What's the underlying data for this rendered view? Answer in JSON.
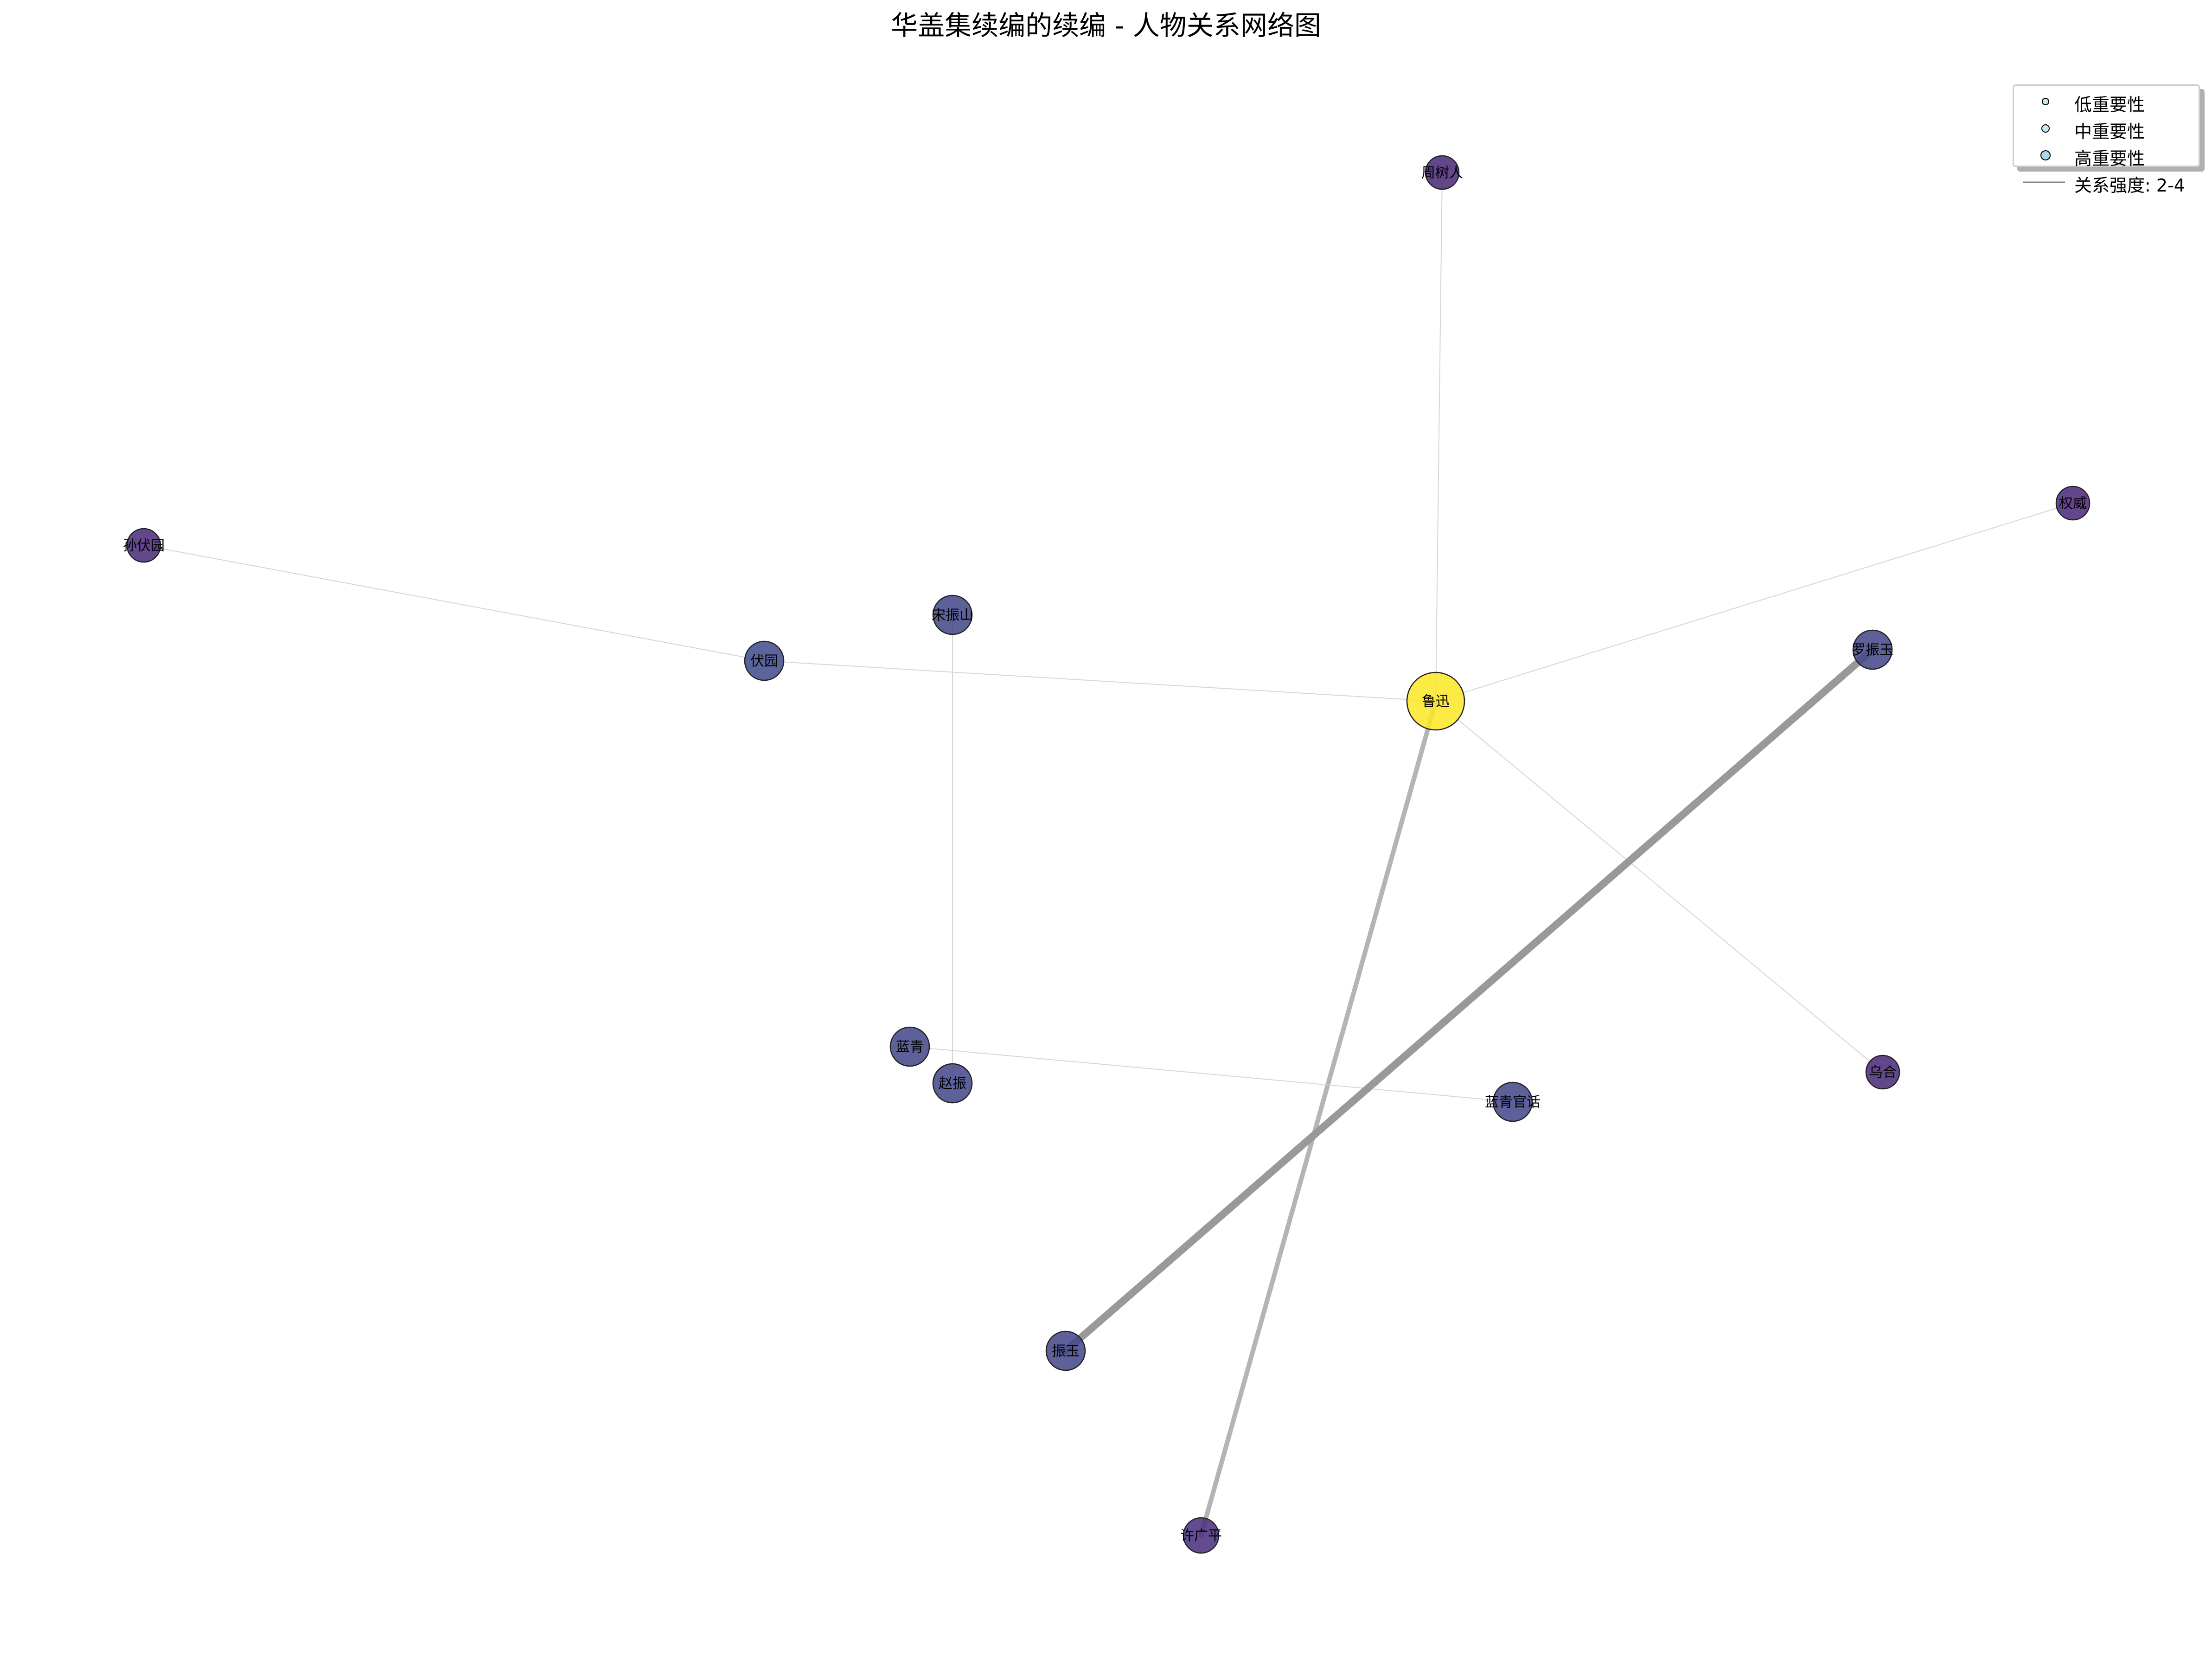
{
  "title": "华盖集续编的续编 - 人物关系网络图",
  "nodes": [
    {
      "id": "luxun",
      "label": "鲁迅",
      "color": "#fde725",
      "importance": "high"
    },
    {
      "id": "zhoushuren",
      "label": "周树人",
      "color": "#482777",
      "importance": "low"
    },
    {
      "id": "quanwei",
      "label": "权威",
      "color": "#482677",
      "importance": "low"
    },
    {
      "id": "sunfuyuan",
      "label": "孙伏园",
      "color": "#482878",
      "importance": "low"
    },
    {
      "id": "fuyuan",
      "label": "伏园",
      "color": "#3e4a89",
      "importance": "mid"
    },
    {
      "id": "songzhenshan",
      "label": "宋振山",
      "color": "#414487",
      "importance": "mid"
    },
    {
      "id": "luozhenyu",
      "label": "罗振玉",
      "color": "#414487",
      "importance": "mid"
    },
    {
      "id": "lanqing",
      "label": "蓝青",
      "color": "#414487",
      "importance": "mid"
    },
    {
      "id": "zhaozhen",
      "label": "赵振",
      "color": "#414487",
      "importance": "mid"
    },
    {
      "id": "lanqingguanhua",
      "label": "蓝青官话",
      "color": "#414487",
      "importance": "mid"
    },
    {
      "id": "wuhe",
      "label": "乌合",
      "color": "#482777",
      "importance": "low"
    },
    {
      "id": "zhenyu",
      "label": "振玉",
      "color": "#414487",
      "importance": "mid"
    },
    {
      "id": "xuguangping",
      "label": "许广平",
      "color": "#472d7b",
      "importance": "low"
    }
  ],
  "edges": [
    {
      "source": "luxun",
      "target": "zhoushuren",
      "strength": 2
    },
    {
      "source": "luxun",
      "target": "quanwei",
      "strength": 2
    },
    {
      "source": "luxun",
      "target": "fuyuan",
      "strength": 2
    },
    {
      "source": "luxun",
      "target": "wuhe",
      "strength": 2
    },
    {
      "source": "luxun",
      "target": "xuguangping",
      "strength": 3
    },
    {
      "source": "fuyuan",
      "target": "sunfuyuan",
      "strength": 2
    },
    {
      "source": "songzhenshan",
      "target": "zhaozhen",
      "strength": 2
    },
    {
      "source": "lanqing",
      "target": "lanqingguanhua",
      "strength": 2
    },
    {
      "source": "luozhenyu",
      "target": "zhenyu",
      "strength": 4
    }
  ],
  "legend": {
    "items": [
      {
        "kind": "node",
        "label": "低重要性"
      },
      {
        "kind": "node",
        "label": "中重要性"
      },
      {
        "kind": "node",
        "label": "高重要性"
      },
      {
        "kind": "line",
        "label": "关系强度: 2-4"
      }
    ]
  }
}
